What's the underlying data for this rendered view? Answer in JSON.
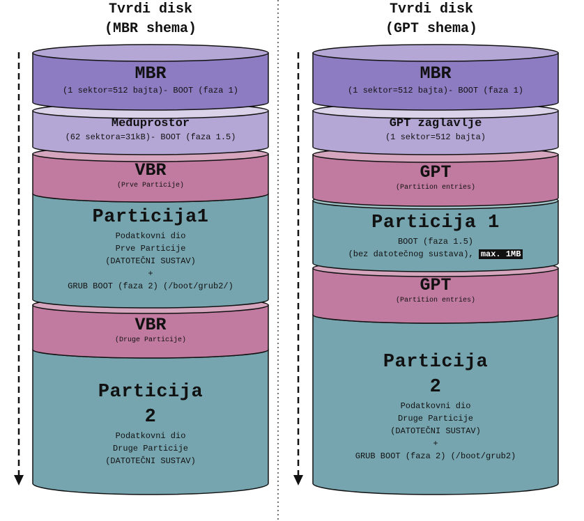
{
  "mbr_disk": {
    "title_line1": "Tvrdi disk",
    "title_line2": "(MBR shema)",
    "mbr": {
      "title": "MBR",
      "line1": "(1 sektor=512 bajta)- BOOT (faza 1)"
    },
    "gap": {
      "title": "Međuprostor",
      "line1": "(62 sektora=31kB)- BOOT (faza 1.5)"
    },
    "vbr1": {
      "title": "VBR",
      "line1": "(Prve Particije)"
    },
    "part1": {
      "title": "Particija1",
      "line1": "Podatkovni dio",
      "line2": "Prve Particije",
      "line3": "(DATOTEČNI SUSTAV)",
      "line4": "+",
      "line5": "GRUB BOOT (faza 2) (/boot/grub2/)"
    },
    "vbr2": {
      "title": "VBR",
      "line1": "(Druge Particije)"
    },
    "part2": {
      "title_line1": "Particija",
      "title_line2": "2",
      "line1": "Podatkovni dio",
      "line2": "Druge Particije",
      "line3": "(DATOTEČNI SUSTAV)"
    }
  },
  "gpt_disk": {
    "title_line1": "Tvrdi disk",
    "title_line2": "(GPT shema)",
    "mbr": {
      "title": "MBR",
      "line1": "(1 sektor=512 bajta)- BOOT (faza 1)"
    },
    "header": {
      "title": "GPT zaglavlje",
      "line1": "(1 sektor=512 bajta)"
    },
    "gpt1": {
      "title": "GPT",
      "line1": "(Partition entries)"
    },
    "part1": {
      "title": "Particija 1",
      "line1": "BOOT (faza 1.5)",
      "line2_prefix": "(bez datotečnog sustava), ",
      "line2_highlight": "max. 1MB"
    },
    "gpt2": {
      "title": "GPT",
      "line1": "(Partition entries)"
    },
    "part2": {
      "title_line1": "Particija",
      "title_line2": "2",
      "line1": "Podatkovni dio",
      "line2": "Druge Particije",
      "line3": "(DATOTEČNI SUSTAV)",
      "line4": "+",
      "line5": "GRUB BOOT (faza 2) (/boot/grub2)"
    }
  },
  "colors": {
    "mbr": "#8e7cc3",
    "mbr_top": "#b4a7d6",
    "gap": "#b4a7d6",
    "gap_top": "#d9d2e9",
    "vbr": "#c27ba0",
    "vbr_top": "#d5a6bd",
    "partition": "#76a5af",
    "partition_top": "#a2c4c9",
    "outline": "#111111"
  }
}
